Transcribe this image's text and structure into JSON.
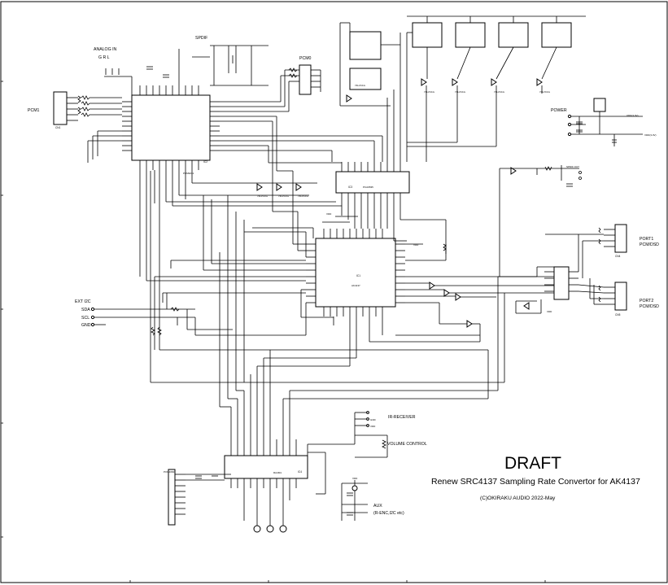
{
  "labels": {
    "analog_in": "ANALOG IN",
    "analog_in_pins": "G R L",
    "spdif": "SPDIF",
    "pcm0": "PCM0",
    "pcm1": "PCM1",
    "power": "POWER",
    "spdif_out": "SPDIF OUT",
    "port1": "PORT1",
    "port2": "PORT2",
    "pcm_dsd": "PCM/DSD",
    "ext_i2c": "EXT I2C",
    "sda": "SDA",
    "scl": "SCL",
    "gnd": "GND",
    "ir_receiver": "IR-RECEIVER",
    "volume_control": "VOLUME CONTROL",
    "aux": "AUX",
    "aux_sub": "(R-ENC,I2C etc)",
    "vdd": "VDD",
    "vdd33": "VDD(3.3V)"
  },
  "components": {
    "ic1_name": "AK4137",
    "ic2_name": "PCM9211",
    "ic3_name": "PCA9535",
    "ic4_name": "RA4M1",
    "ic_pcm3060": "PCM3060",
    "buffer": "74LVC1G",
    "ref_ic1": "IC1",
    "ref_ic2": "IC2",
    "ref_ic3": "IC3",
    "ref_ic4": "IC4",
    "cn_pcm1": "CN1",
    "cn_port1": "CN4",
    "cn_port2": "CN5"
  },
  "title_block": {
    "status": "DRAFT",
    "title": "Renew SRC4137  Sampling Rate Convertor for AK4137",
    "copyright": "(C)OKIRAKU AUDIO 2022-May"
  },
  "colors": {
    "ink": "#000000",
    "paper": "#ffffff"
  }
}
